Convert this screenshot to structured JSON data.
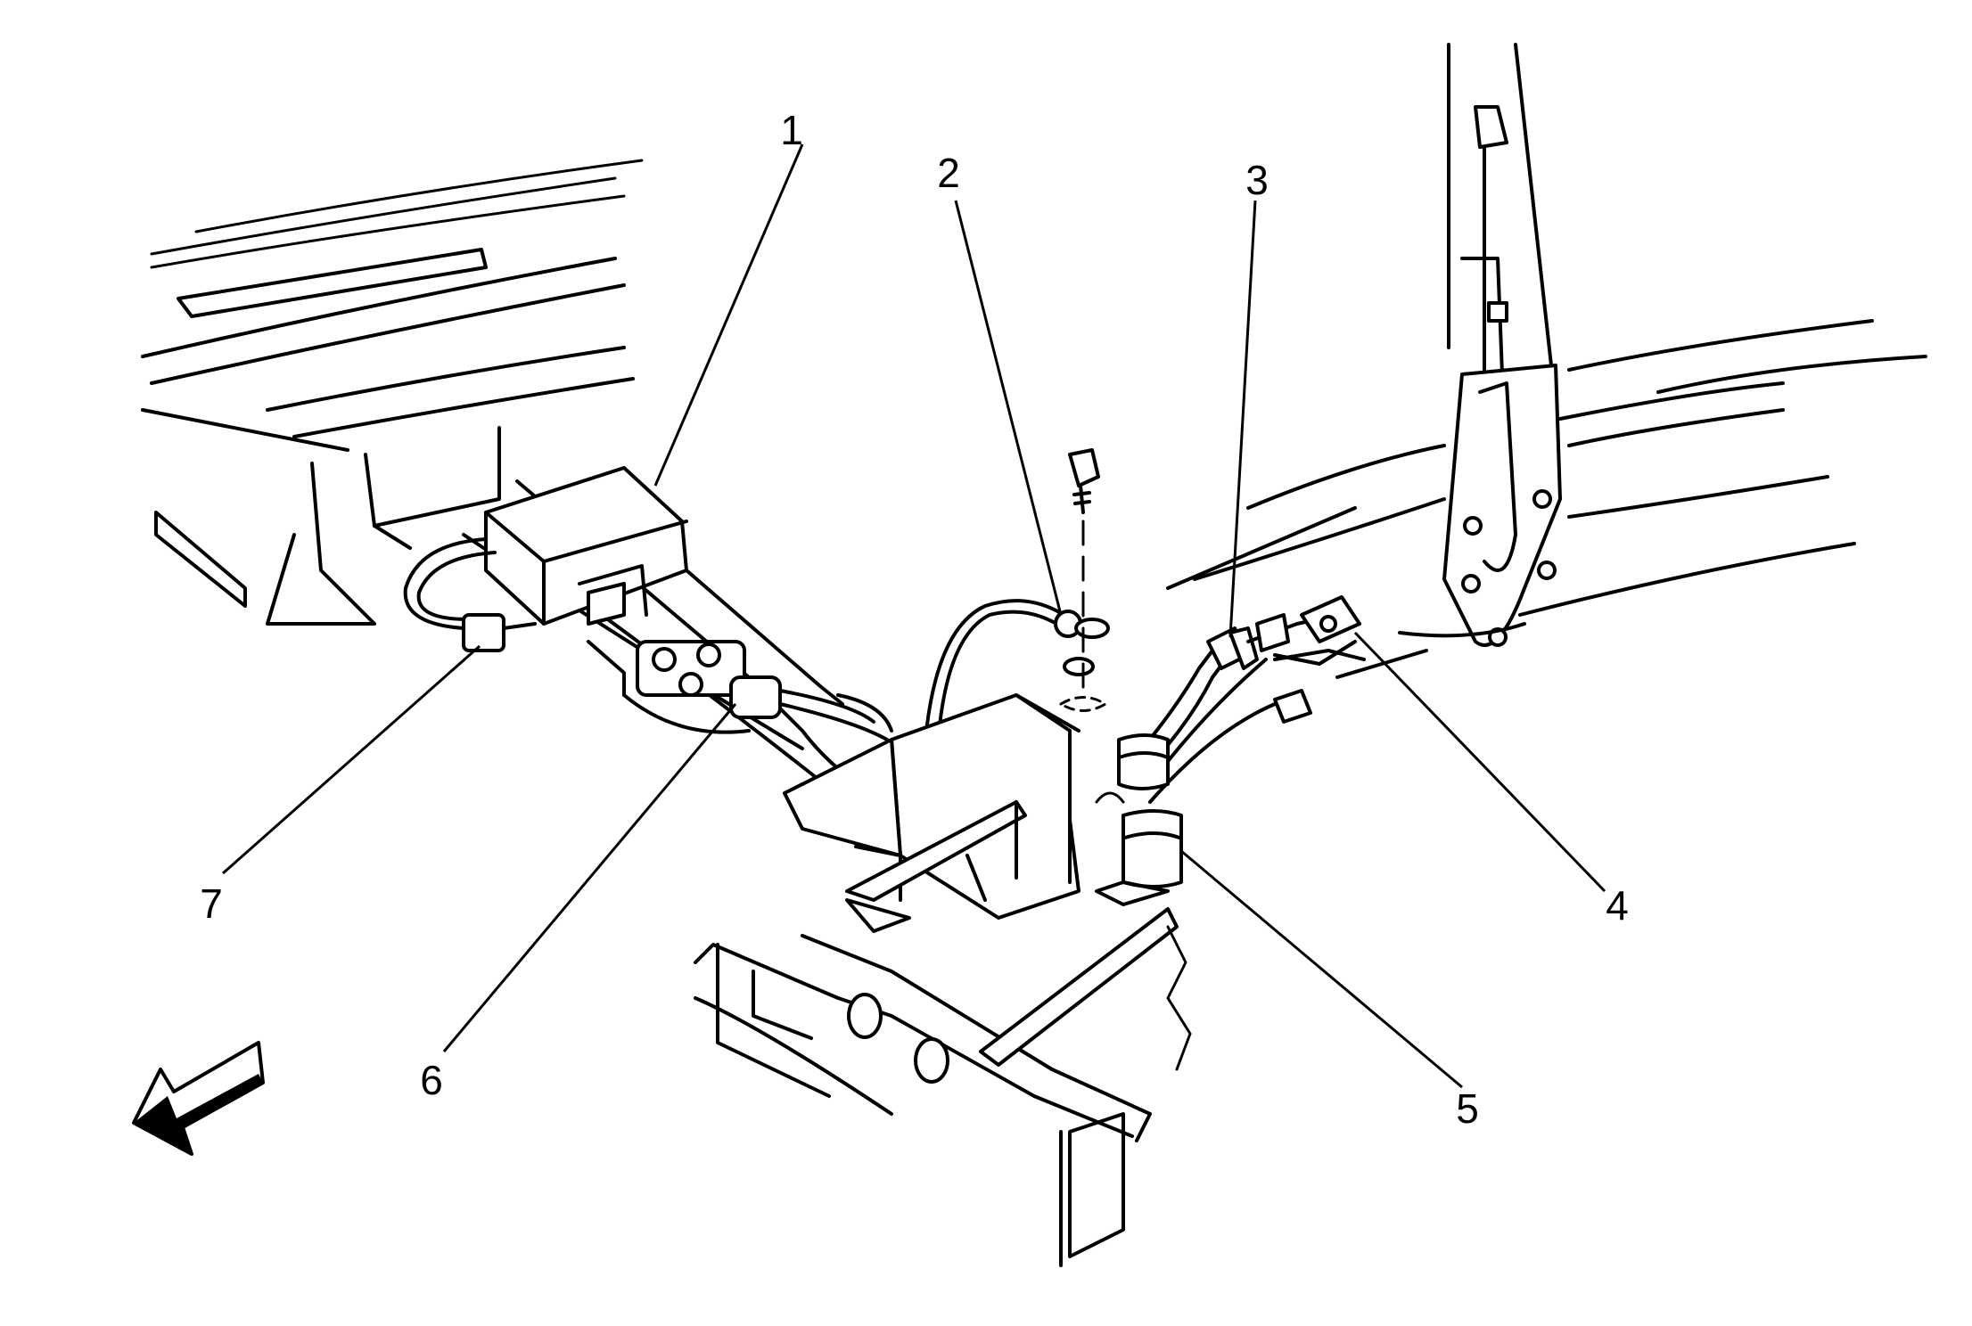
{
  "callouts": [
    {
      "id": "1",
      "label": "1"
    },
    {
      "id": "2",
      "label": "2"
    },
    {
      "id": "3",
      "label": "3"
    },
    {
      "id": "4",
      "label": "4"
    },
    {
      "id": "5",
      "label": "5"
    },
    {
      "id": "6",
      "label": "6"
    },
    {
      "id": "7",
      "label": "7"
    }
  ],
  "icons": {
    "front_arrow": "front-direction-arrow-icon"
  }
}
